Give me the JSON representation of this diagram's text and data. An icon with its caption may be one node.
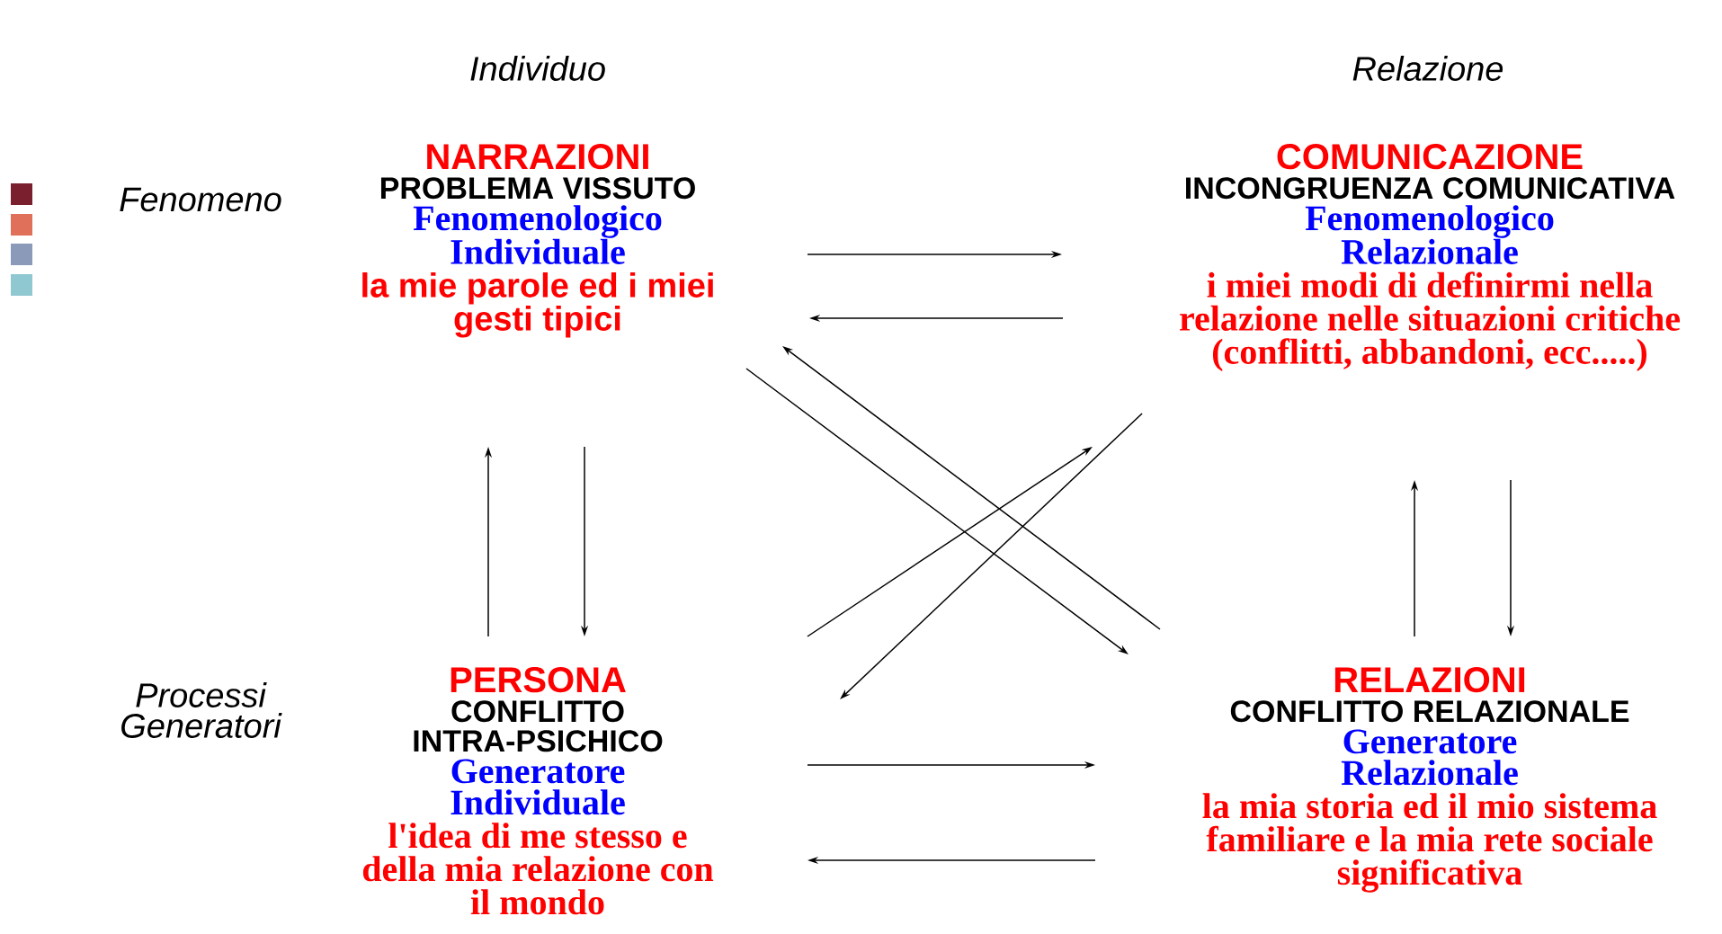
{
  "diagram": {
    "nodes": [
      {
        "text": [
          "NARRAZIONI",
          "PROBLEMA VISSUTO",
          "Fenomenologico Individuale",
          "la mie parole ed i miei gesti tipici"
        ]
      },
      {
        "text": [
          "COMUNICAZIONE",
          "INCONGRUENZA COMUNICATIVA",
          "Fenomenologico Relazionale",
          "i miei modi di definirmi nella relazione nelle situazioni critiche (conflitti, abbandoni, ecc.....)"
        ]
      },
      {
        "text": [
          "PERSONA",
          "CONFLITTO INTRA-PSICHICO",
          "Generatore Individuale",
          "l'idea di me stesso e della mia relazione con il mondo"
        ]
      },
      {
        "text": [
          "RELAZIONI",
          "CONFLITTO RELAZIONALE",
          "Generatore Relazionale",
          "la mia storia ed il mio sistema familiare e la mia rete sociale significativa"
        ]
      }
    ],
    "edges": [
      {
        "from": 0,
        "to": 1,
        "arrow": "to"
      },
      {
        "from": 1,
        "to": 0,
        "arrow": "to"
      },
      {
        "from": 2,
        "to": 0,
        "arrow": "to"
      },
      {
        "from": 0,
        "to": 2,
        "arrow": "to"
      },
      {
        "from": 3,
        "to": 1,
        "arrow": "to"
      },
      {
        "from": 1,
        "to": 3,
        "arrow": "to"
      },
      {
        "from": 2,
        "to": 3,
        "arrow": "to"
      },
      {
        "from": 3,
        "to": 2,
        "arrow": "to"
      },
      {
        "from": 2,
        "to": 1,
        "arrow": "to"
      },
      {
        "from": 3,
        "to": 0,
        "arrow": "to"
      },
      {
        "from": 0,
        "to": 3,
        "arrow": "to"
      },
      {
        "from": 1,
        "to": 2,
        "arrow": "to"
      }
    ],
    "labels": [
      "Individuo",
      "Relazione",
      "Fenomeno",
      "Processi Generatori"
    ]
  }
}
